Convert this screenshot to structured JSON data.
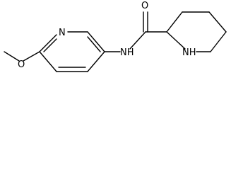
{
  "atoms": {
    "pyridine_n": "N",
    "amide_nh": "NH",
    "carbonyl_o": "O",
    "ether_o": "O",
    "piperidine_nh": "NH"
  }
}
